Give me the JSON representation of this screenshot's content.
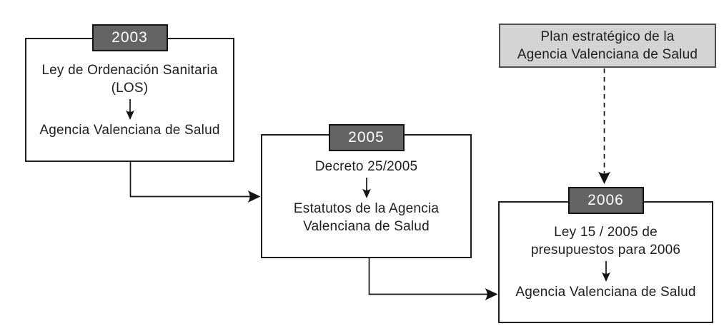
{
  "colors": {
    "background": "#ffffff",
    "year_tab_fill": "#646464",
    "year_tab_text": "#ffffff",
    "box_fill": "#ffffff",
    "box_border": "#1f1f1f",
    "plan_box_fill": "#d4d4d4",
    "plan_box_border": "#4d4d4d",
    "text": "#1f1f1f",
    "connector": "#141414"
  },
  "icons": {
    "down_arrow_icon": "↓",
    "right_arrow_icon": "→"
  },
  "boxes": {
    "b2003": {
      "tab": "2003",
      "top": [
        "Ley de Ordenación Sanitaria",
        "(LOS)"
      ],
      "bottom": [
        "Agencia Valenciana de Salud"
      ]
    },
    "b2005": {
      "tab": "2005",
      "top": [
        "Decreto 25/2005"
      ],
      "bottom": [
        "Estatutos de la Agencia",
        "Valenciana de Salud"
      ]
    },
    "b2006": {
      "tab": "2006",
      "top": [
        "Ley 15 / 2005 de",
        "presupuestos para 2006"
      ],
      "bottom": [
        "Agencia Valenciana de Salud"
      ]
    }
  },
  "plan_box": {
    "label": [
      "Plan estratégico de la",
      "Agencia Valenciana de Salud"
    ]
  }
}
